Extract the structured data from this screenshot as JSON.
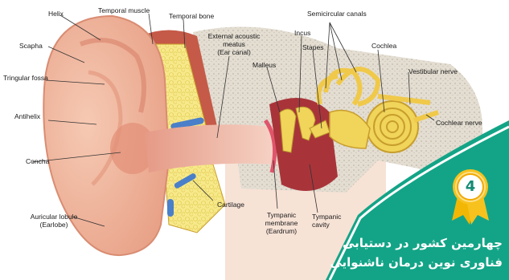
{
  "labels": {
    "helix": "Helix",
    "temporal_muscle": "Temporal muscle",
    "temporal_bone": "Temporal bone",
    "semicircular_canals": "Semicircular canals",
    "scapha": "Scapha",
    "external_meatus_1": "External acoustic",
    "external_meatus_2": "meatus",
    "external_meatus_3": "(Ear canal)",
    "incus": "Incus",
    "stapes": "Stapes",
    "cochlea": "Cochlea",
    "triangular_fossa": "Tringular fossa",
    "malleus": "Malleus",
    "vestibular_nerve": "Vestibular nerve",
    "antihelix": "Antihelix",
    "cochlear_nerve": "Cochlear nerve",
    "concha": "Concha",
    "cartilage": "Cartilage",
    "auricular_lobule_1": "Auricular lobule",
    "auricular_lobule_2": "(Earlobe)",
    "tympanic_membrane_1": "Tympanic",
    "tympanic_membrane_2": "membrane",
    "tympanic_membrane_3": "(Eardrum)",
    "tympanic_cavity_1": "Tympanic",
    "tympanic_cavity_2": "cavity"
  },
  "banner": {
    "badge_number": "4",
    "line1": "چهارمین کشور در دستیابی",
    "line2": "فناوری نوین  درمان ناشنوایی",
    "color": "#13a487"
  }
}
